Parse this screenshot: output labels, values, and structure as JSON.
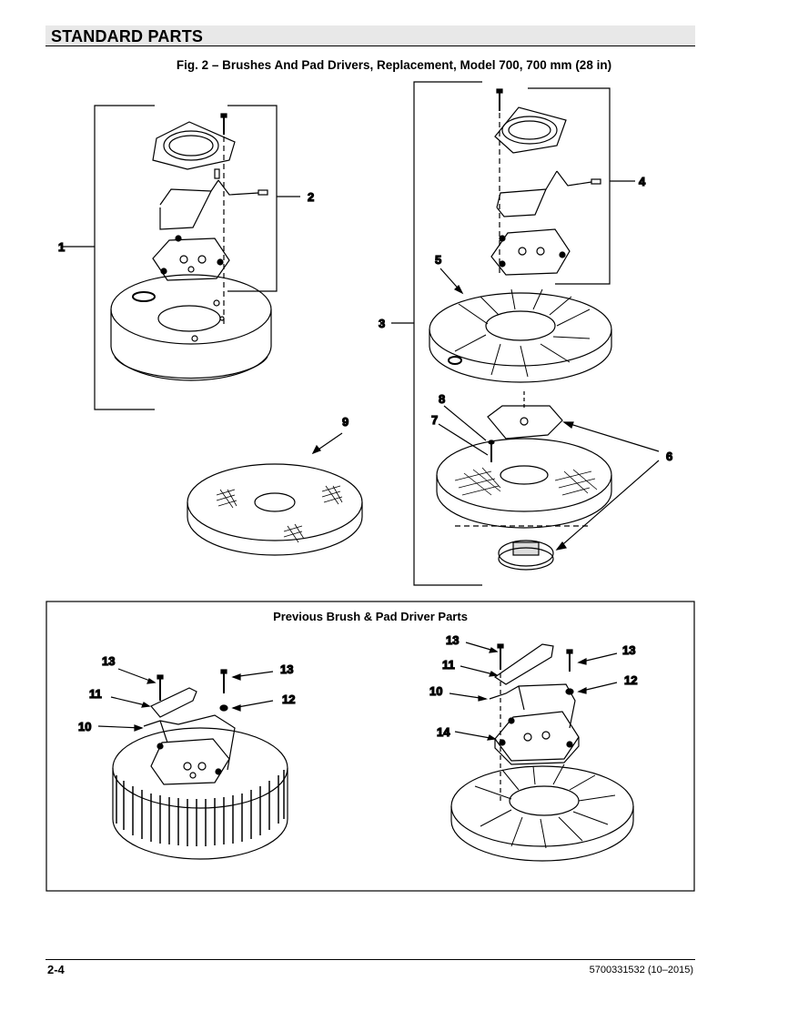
{
  "section": {
    "title": "STANDARD PARTS"
  },
  "figure": {
    "caption": "Fig. 2 – Brushes And Pad Drivers, Replacement, Model 700, 700 mm (28 in)"
  },
  "callouts": {
    "c1": "1",
    "c2": "2",
    "c3": "3",
    "c4": "4",
    "c5": "5",
    "c6": "6",
    "c7": "7",
    "c8": "8",
    "c9": "9"
  },
  "previous_parts": {
    "title": "Previous Brush & Pad Driver Parts",
    "left": {
      "c13a": "13",
      "c13b": "13",
      "c11": "11",
      "c12": "12",
      "c10": "10"
    },
    "right": {
      "c13a": "13",
      "c13b": "13",
      "c11": "11",
      "c12": "12",
      "c10": "10",
      "c14": "14"
    }
  },
  "footer": {
    "page": "2-4",
    "doc_id": "5700331532 (10–2015)"
  }
}
